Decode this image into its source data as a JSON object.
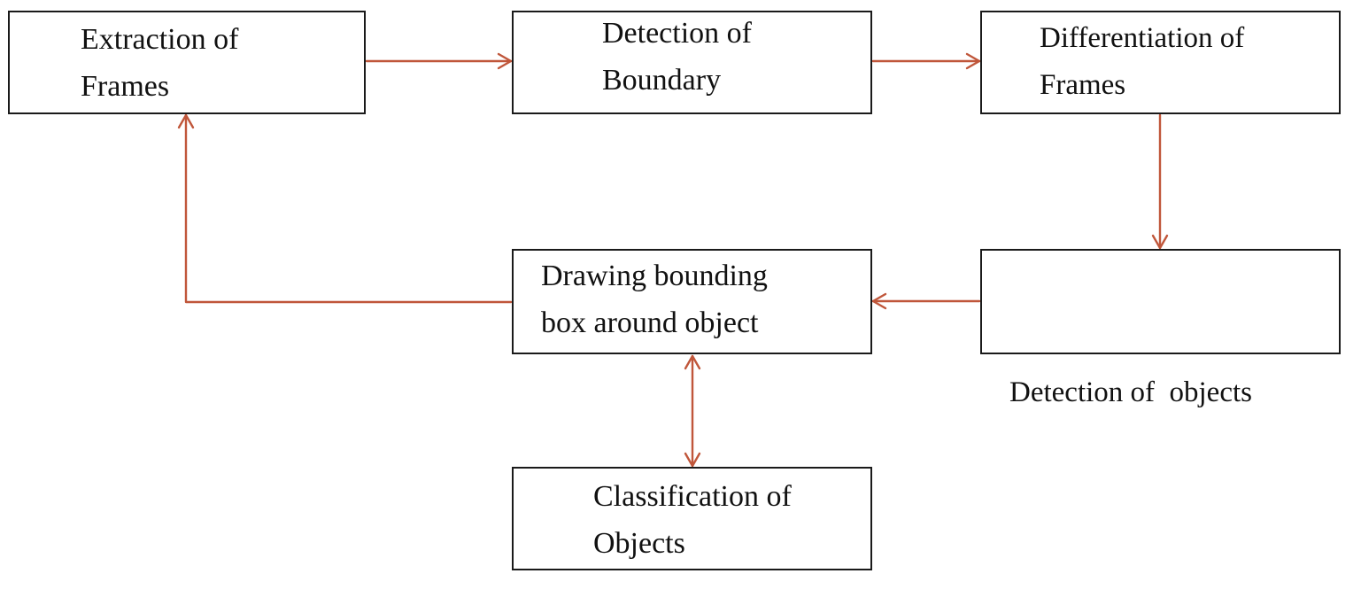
{
  "colors": {
    "arrow": "#c0563a",
    "box_border": "#1a1a1a",
    "text": "#111111",
    "background": "#ffffff"
  },
  "boxes": {
    "extraction": {
      "line1": "Extraction of",
      "line2": "Frames"
    },
    "boundary": {
      "line1": "Detection of",
      "line2": "Boundary"
    },
    "differentiation": {
      "line1": "Differentiation of",
      "line2": "Frames"
    },
    "objects_detection": {
      "line1": "Detection of  objects"
    },
    "bounding_box": {
      "line1": "Drawing bounding",
      "line2": "box around object"
    },
    "classification": {
      "line1": "Classification of",
      "line2": "Objects"
    }
  },
  "connections": [
    {
      "from": "extraction",
      "to": "boundary",
      "direction": "one-way"
    },
    {
      "from": "boundary",
      "to": "differentiation",
      "direction": "one-way"
    },
    {
      "from": "differentiation",
      "to": "objects_detection",
      "direction": "one-way"
    },
    {
      "from": "objects_detection",
      "to": "bounding_box",
      "direction": "one-way"
    },
    {
      "from": "bounding_box",
      "to": "extraction",
      "direction": "one-way"
    },
    {
      "from": "bounding_box",
      "to": "classification",
      "direction": "two-way"
    }
  ]
}
